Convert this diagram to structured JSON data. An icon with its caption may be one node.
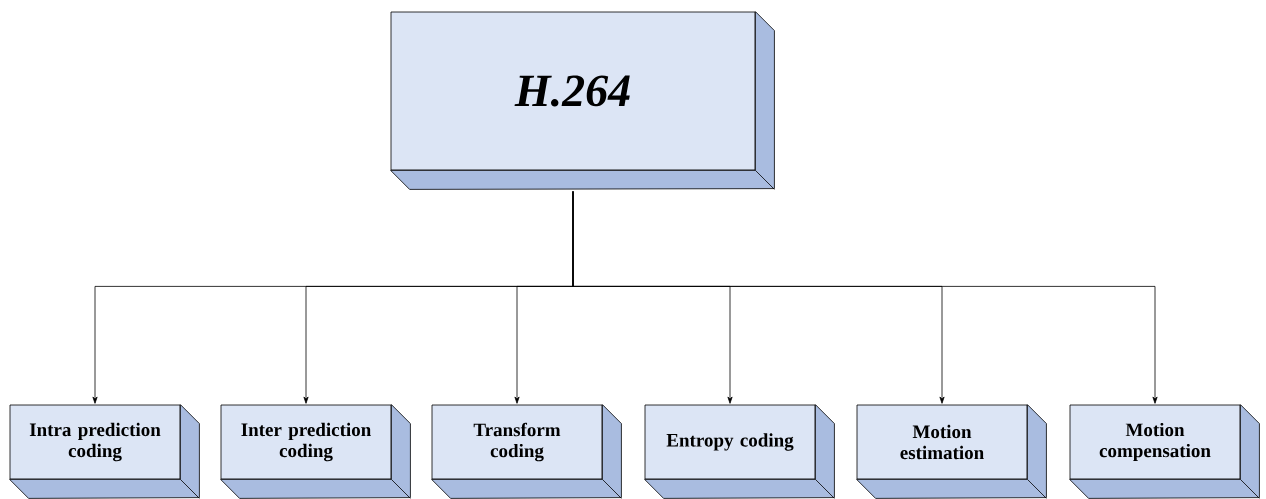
{
  "diagram": {
    "nodes": [
      {
        "text": [
          "H.264"
        ]
      },
      {
        "text": [
          "Intra prediction coding"
        ]
      },
      {
        "text": [
          "Inter prediction coding"
        ]
      },
      {
        "text": [
          "Transform coding"
        ]
      },
      {
        "text": [
          "Entropy coding"
        ]
      },
      {
        "text": [
          "Motion estimation"
        ]
      },
      {
        "text": [
          "Motion compensation"
        ]
      }
    ],
    "edges": [
      {
        "from": 0,
        "to": 1,
        "arrow": "to"
      },
      {
        "from": 0,
        "to": 2,
        "arrow": "to"
      },
      {
        "from": 0,
        "to": 3,
        "arrow": "to"
      },
      {
        "from": 0,
        "to": 4,
        "arrow": "to"
      },
      {
        "from": 0,
        "to": 5,
        "arrow": "to"
      },
      {
        "from": 0,
        "to": 6,
        "arrow": "to"
      }
    ]
  }
}
